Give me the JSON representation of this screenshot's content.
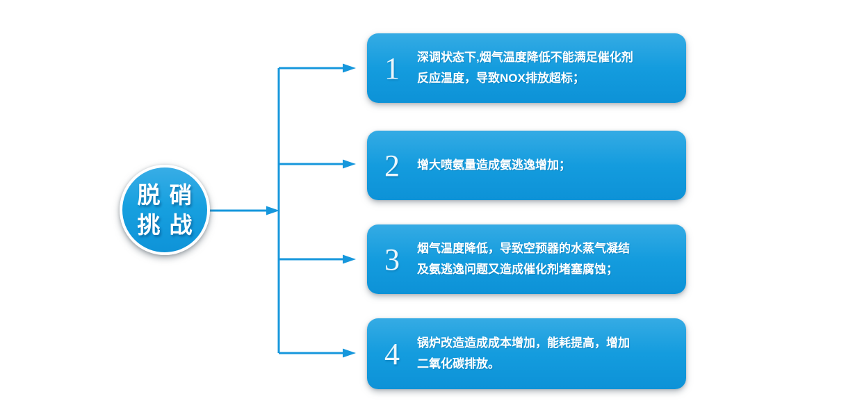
{
  "colors": {
    "accent_blue": "#1697dc",
    "box_gradient_top": "#35abe4",
    "box_gradient_bottom": "#0d92d7",
    "background": "#ffffff",
    "text": "#ffffff"
  },
  "circle": {
    "line1": "脱硝",
    "line2": "挑战"
  },
  "items": [
    {
      "number": "1",
      "text": "深调状态下,烟气温度降低不能满足催化剂\n反应温度，导致NOX排放超标；"
    },
    {
      "number": "2",
      "text": "增大喷氨量造成氨逃逸增加；"
    },
    {
      "number": "3",
      "text": "烟气温度降低，导致空预器的水蒸气凝结\n及氨逃逸问题又造成催化剂堵塞腐蚀；"
    },
    {
      "number": "4",
      "text": "锅炉改造造成成本增加，能耗提高，增加\n二氧化碳排放。"
    }
  ]
}
